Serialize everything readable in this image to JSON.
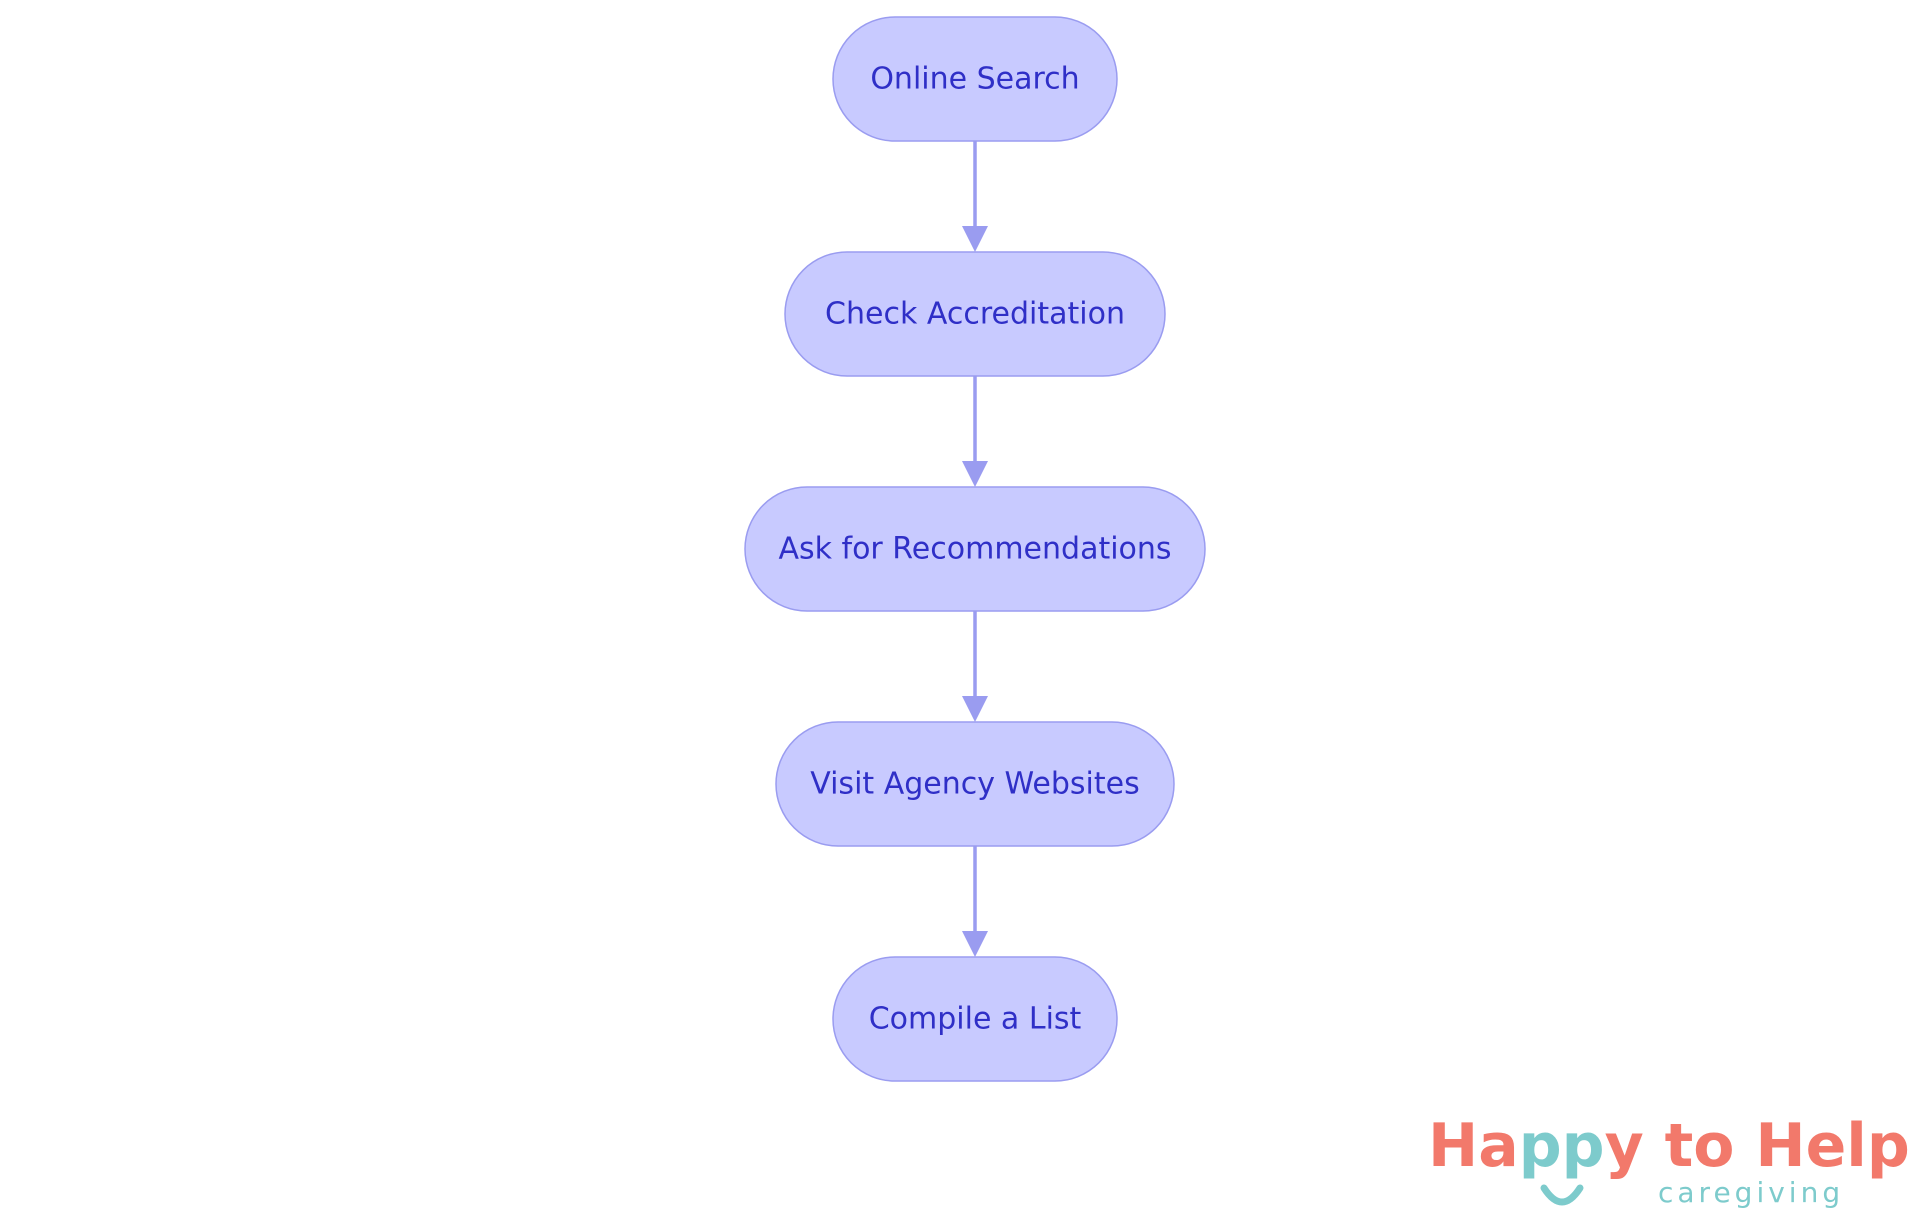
{
  "diagram": {
    "type": "flowchart",
    "direction": "top-to-bottom",
    "node_fill": "#c8caff",
    "node_stroke": "#9a9cf0",
    "edge_color": "#9a9cf0",
    "text_color": "#2f2fc7",
    "nodes": [
      {
        "id": "n1",
        "label": "Online Search"
      },
      {
        "id": "n2",
        "label": "Check Accreditation"
      },
      {
        "id": "n3",
        "label": "Ask for Recommendations"
      },
      {
        "id": "n4",
        "label": "Visit Agency Websites"
      },
      {
        "id": "n5",
        "label": "Compile a List"
      }
    ],
    "edges": [
      {
        "from": "n1",
        "to": "n2"
      },
      {
        "from": "n2",
        "to": "n3"
      },
      {
        "from": "n3",
        "to": "n4"
      },
      {
        "from": "n4",
        "to": "n5"
      }
    ]
  },
  "logo": {
    "part1": "Ha",
    "part2": "pp",
    "part3": "y to Help",
    "subtitle": "caregiving",
    "primary_color": "#f2796b",
    "accent_color": "#7dcbcc"
  }
}
